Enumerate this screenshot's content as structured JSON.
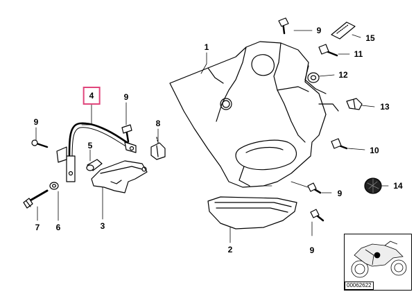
{
  "diagram": {
    "callouts": [
      {
        "id": "c1",
        "label": "1"
      },
      {
        "id": "c2",
        "label": "2"
      },
      {
        "id": "c3",
        "label": "3"
      },
      {
        "id": "c4",
        "label": "4",
        "highlighted": true
      },
      {
        "id": "c5",
        "label": "5"
      },
      {
        "id": "c6",
        "label": "6"
      },
      {
        "id": "c7",
        "label": "7"
      },
      {
        "id": "c8",
        "label": "8"
      },
      {
        "id": "c9a",
        "label": "9"
      },
      {
        "id": "c9b",
        "label": "9"
      },
      {
        "id": "c9c",
        "label": "9"
      },
      {
        "id": "c9d",
        "label": "9"
      },
      {
        "id": "c9e",
        "label": "9"
      },
      {
        "id": "c10",
        "label": "10"
      },
      {
        "id": "c11",
        "label": "11"
      },
      {
        "id": "c12",
        "label": "12"
      },
      {
        "id": "c13",
        "label": "13"
      },
      {
        "id": "c14",
        "label": "14"
      },
      {
        "id": "c15",
        "label": "15"
      }
    ],
    "highlight_color": "#e0457b",
    "reference_code": "00062622"
  }
}
